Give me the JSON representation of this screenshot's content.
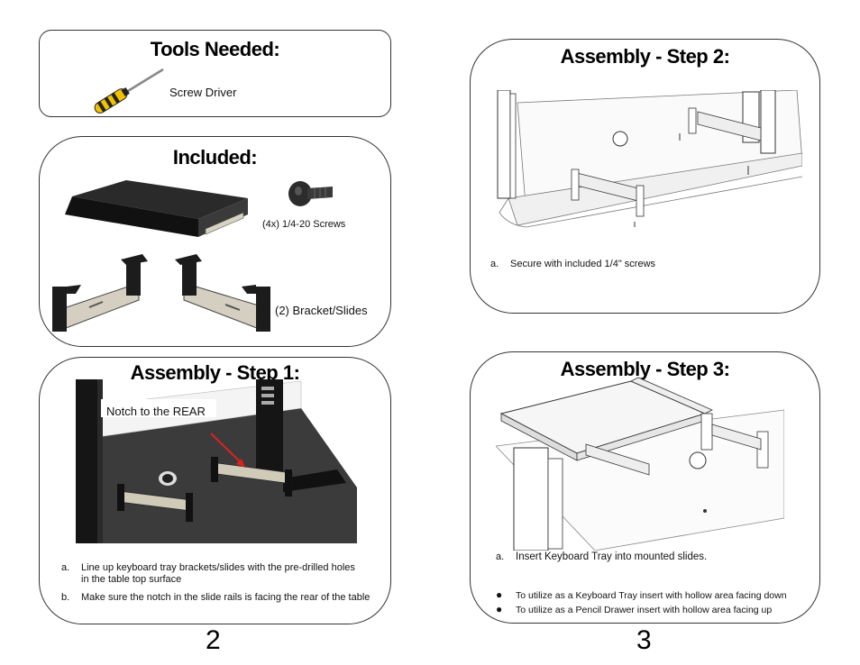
{
  "tools": {
    "title": "Tools Needed:",
    "item_label": "Screw Driver"
  },
  "included": {
    "title": "Included:",
    "screws_label": "(4x) 1/4-20 Screws",
    "brackets_label": "(2) Bracket/Slides"
  },
  "step1": {
    "title": "Assembly - Step 1:",
    "callout": "Notch to the REAR",
    "items": [
      {
        "marker": "a.",
        "text": "Line up keyboard tray brackets/slides with the pre-drilled holes in the table top surface"
      },
      {
        "marker": "b.",
        "text": "Make sure the notch in the slide rails is facing the rear of the table"
      }
    ]
  },
  "step2": {
    "title": "Assembly - Step 2:",
    "items": [
      {
        "marker": "a.",
        "text": "Secure with included 1/4\" screws"
      }
    ]
  },
  "step3": {
    "title": "Assembly - Step 3:",
    "items": [
      {
        "marker": "a.",
        "text": "Insert Keyboard Tray into mounted slides."
      }
    ],
    "bullets": [
      "To utilize as a Keyboard Tray insert with hollow area facing down",
      "To utilize as a Pencil Drawer insert with hollow area facing up"
    ]
  },
  "page_numbers": {
    "left": "2",
    "right": "3"
  },
  "icons": {
    "screwdriver": "screwdriver-icon",
    "screw": "screw-icon",
    "tray": "keyboard-tray-image",
    "brackets": "bracket-slides-image"
  }
}
